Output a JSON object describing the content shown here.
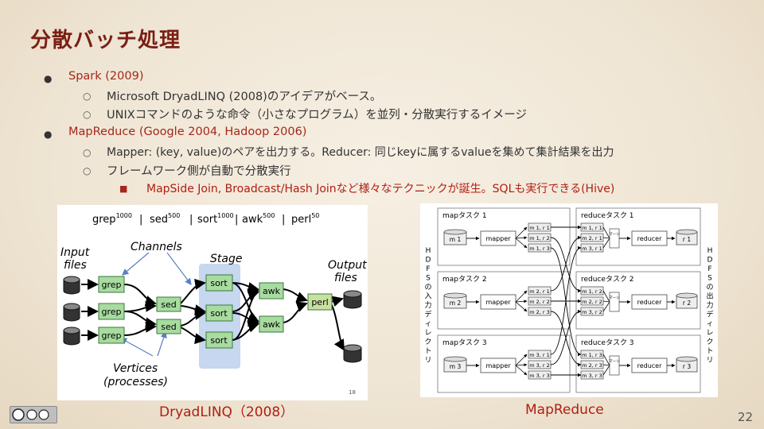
{
  "slide": {
    "title": "分散バッチ処理",
    "page_number": "22"
  },
  "bullets": [
    {
      "level": 1,
      "text": "Spark (2009)"
    },
    {
      "level": 2,
      "text": "Microsoft DryadLINQ (2008)のアイデアがベース。"
    },
    {
      "level": 2,
      "text": "UNIXコマンドのような命令（小さなプログラム）を並列・分散実行するイメージ"
    },
    {
      "level": 1,
      "text": "MapReduce (Google 2004, Hadoop 2006)"
    },
    {
      "level": 2,
      "text": "Mapper: (key, value)のペアを出力する。Reducer: 同じkeyに属するvalueを集めて集計結果を出力"
    },
    {
      "level": 2,
      "text": "フレームワーク側が自動で分散実行"
    },
    {
      "level": 3,
      "text": "MapSide Join, Broadcast/Hash Joinなど様々なテクニックが誕生。SQLも実行できる(Hive)"
    }
  ],
  "dryad": {
    "caption": "DryadLINQ（2008）",
    "cmds": [
      {
        "name": "grep",
        "sup": "1000"
      },
      {
        "name": "sed",
        "sup": "500"
      },
      {
        "name": "sort",
        "sup": "1000"
      },
      {
        "name": "awk",
        "sup": "500"
      },
      {
        "name": "perl",
        "sup": "50"
      }
    ],
    "sep": "|",
    "input_label": [
      "Input",
      "files"
    ],
    "channels_label": "Channels",
    "stage_label": "Stage",
    "output_label": [
      "Output",
      "files"
    ],
    "vertices_label": [
      "Vertices",
      "(processes)"
    ],
    "nodes": {
      "grep": "grep",
      "sed": "sed",
      "sort": "sort",
      "awk": "awk",
      "perl": "perl"
    },
    "slide_no": "18"
  },
  "mapreduce": {
    "caption": "MapReduce",
    "left_side": [
      "H",
      "D",
      "F",
      "S",
      "の",
      "入",
      "力",
      "デ",
      "ィ",
      "レ",
      "ク",
      "ト",
      "リ"
    ],
    "right_side": [
      "H",
      "D",
      "F",
      "S",
      "の",
      "出",
      "力",
      "デ",
      "ィ",
      "レ",
      "ク",
      "ト",
      "リ"
    ],
    "map_tasks": [
      {
        "title": "mapタスク 1",
        "input": "m 1",
        "mapper": "mapper",
        "outs": [
          "m 1, r 1",
          "m 1, r 2",
          "m 1, r 3"
        ]
      },
      {
        "title": "mapタスク 2",
        "input": "m 2",
        "mapper": "mapper",
        "outs": [
          "m 2, r 1",
          "m 2, r 2",
          "m 2, r 3"
        ]
      },
      {
        "title": "mapタスク 3",
        "input": "m 3",
        "mapper": "mapper",
        "outs": [
          "m 3, r 1",
          "m 3, r 2",
          "m 3, r 3"
        ]
      }
    ],
    "reduce_tasks": [
      {
        "title": "reduceタスク 1",
        "ins": [
          "m 1, r 1",
          "m 2, r 1",
          "m 3, r 1"
        ],
        "reducer": "reducer",
        "output": "r 1"
      },
      {
        "title": "reduceタスク 2",
        "ins": [
          "m 1, r 2",
          "m 2, r 2",
          "m 3, r 2"
        ],
        "reducer": "reducer",
        "output": "r 2"
      },
      {
        "title": "reduceタスク 3",
        "ins": [
          "m 1, r 3",
          "m 2, r 3",
          "m 3, r 3"
        ],
        "reducer": "reducer",
        "output": "r 3"
      }
    ],
    "merge_label": "マージ"
  }
}
